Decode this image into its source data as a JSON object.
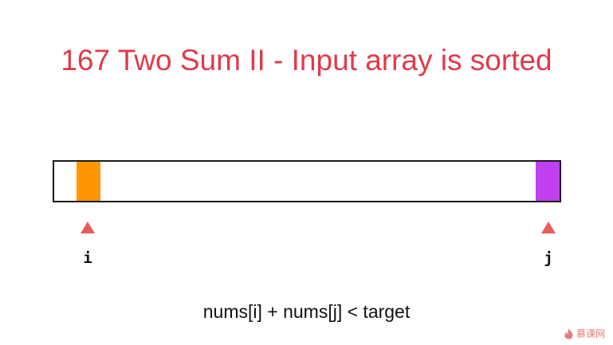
{
  "title": "167 Two Sum II - Input array is sorted",
  "array": {
    "left_pointer_label": "i",
    "right_pointer_label": "j",
    "left_cell_color": "#ff9500",
    "right_cell_color": "#c040f0",
    "pointer_color": "#e85c5c"
  },
  "condition": "nums[i] + nums[j] < target",
  "watermark": {
    "icon": "flame-logo-icon",
    "text": "慕课网"
  }
}
